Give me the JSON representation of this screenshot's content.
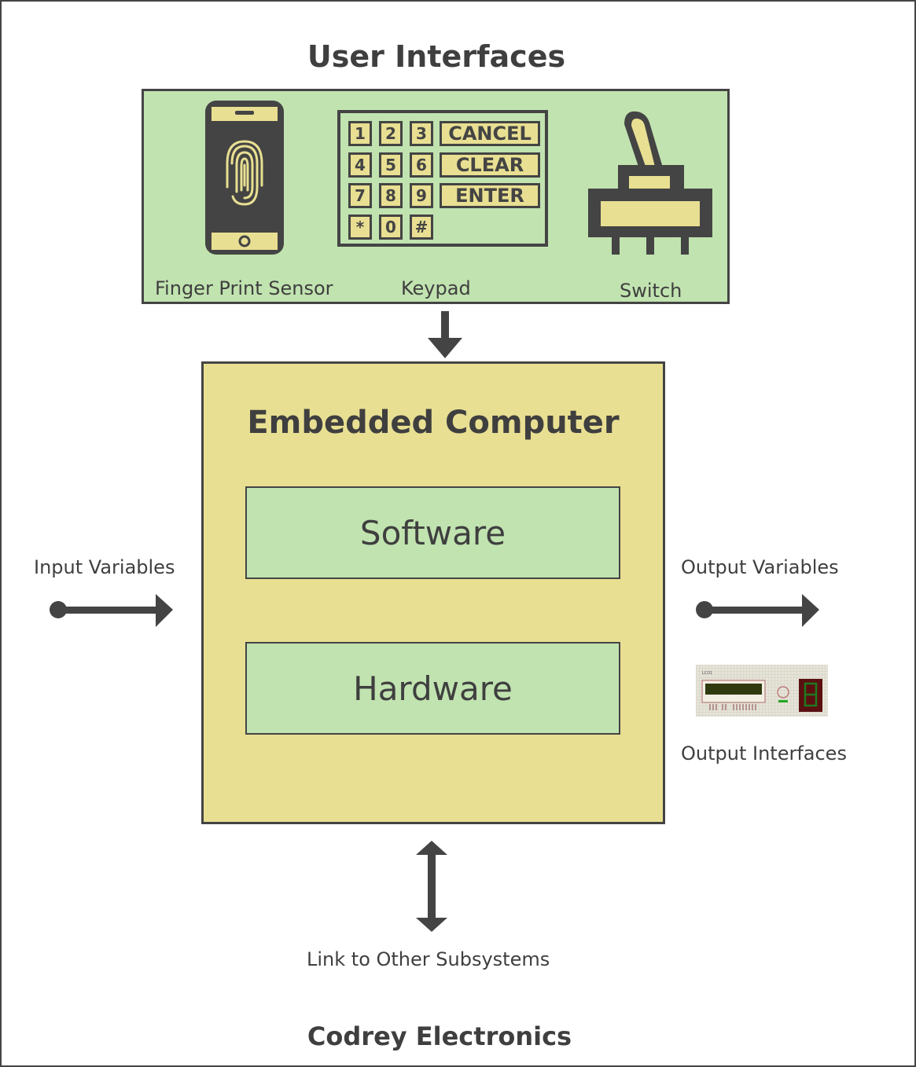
{
  "diagram": {
    "title": "User Interfaces",
    "user_interfaces": [
      {
        "label": "Finger Print Sensor",
        "icon": "fingerprint-phone-icon"
      },
      {
        "label": "Keypad",
        "icon": "keypad-icon"
      },
      {
        "label": "Switch",
        "icon": "toggle-switch-icon"
      }
    ],
    "keypad": {
      "digits": [
        "1",
        "2",
        "3",
        "4",
        "5",
        "6",
        "7",
        "8",
        "9",
        "*",
        "0",
        "#"
      ],
      "function_keys": [
        "CANCEL",
        "CLEAR",
        "ENTER"
      ]
    },
    "embedded_computer": {
      "title": "Embedded Computer",
      "components": [
        "Software",
        "Hardware"
      ]
    },
    "input": {
      "label": "Input Variables"
    },
    "output": {
      "label": "Output Variables",
      "interfaces_label": "Output Interfaces",
      "image": "lcd-and-seven-segment-icon"
    },
    "link": {
      "label": "Link to Other Subsystems"
    },
    "footer": "Codrey Electronics",
    "colors": {
      "green_fill": "#c1e3b0",
      "yellow_fill": "#e8df92",
      "stroke": "#444444",
      "background": "#ffffff"
    }
  }
}
